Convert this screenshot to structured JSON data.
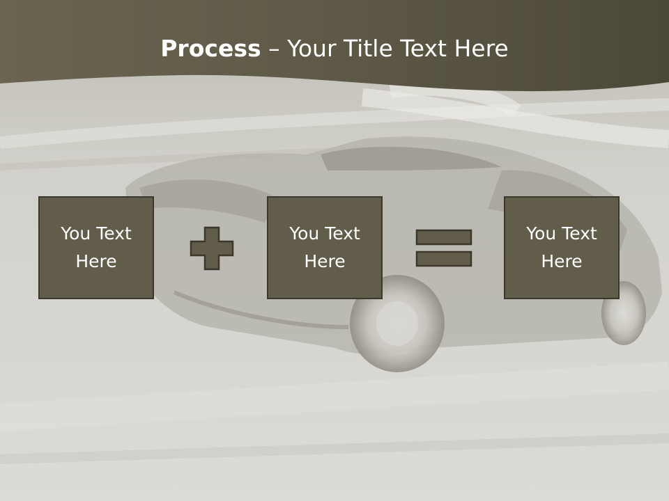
{
  "slide": {
    "title_bold": "Process",
    "title_separator": " – ",
    "title_rest": "Your Title Text Here",
    "boxes": [
      {
        "text": "You Text Here"
      },
      {
        "text": "You Text Here"
      },
      {
        "text": "You Text Here"
      }
    ],
    "operators": [
      "plus-icon",
      "equals-icon"
    ]
  },
  "colors": {
    "header_band": "#5c5745",
    "box_fill": "#625c4a",
    "box_border": "#3b372b",
    "background": "#d4d3ce",
    "text": "#ffffff"
  }
}
